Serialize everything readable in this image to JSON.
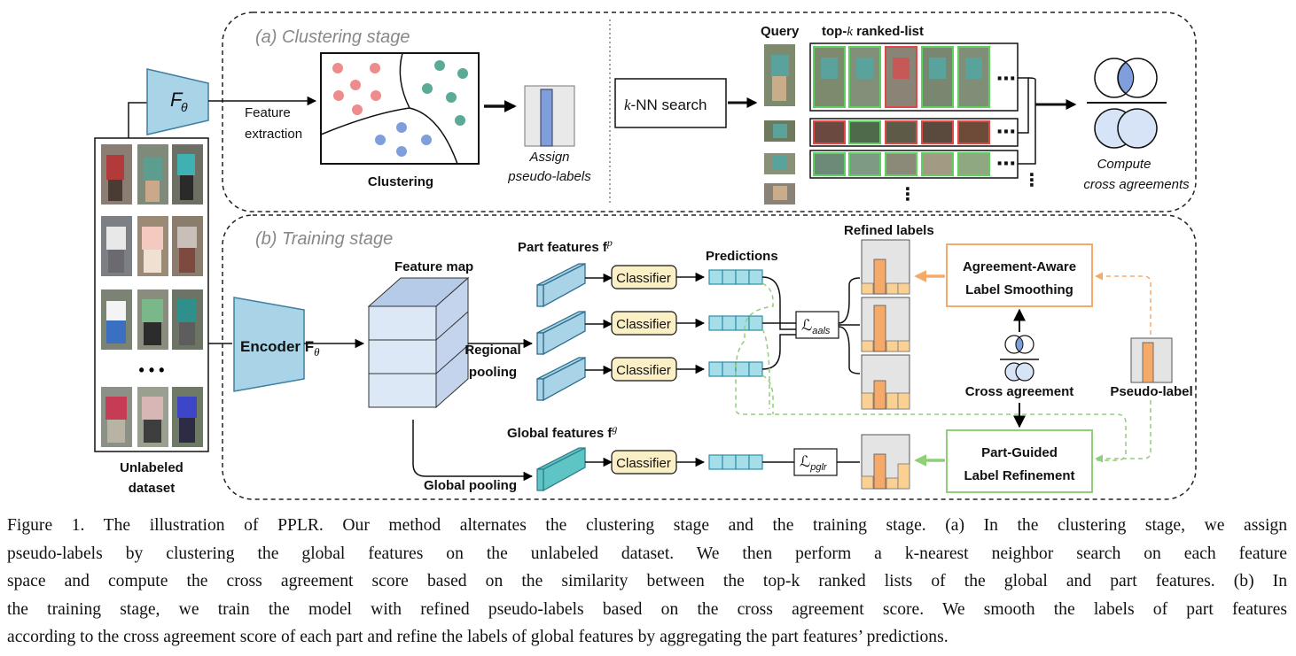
{
  "diagram": {
    "clustering_stage": {
      "title": "(a) Clustering stage",
      "encoder_label": "F",
      "encoder_sub": "θ",
      "feature_extraction": [
        "Feature",
        "extraction"
      ],
      "clustering": "Clustering",
      "assign": [
        "Assign",
        "pseudo-labels"
      ],
      "knn_k": "k",
      "knn_rest": "-NN search",
      "query": "Query",
      "topk_pre": "top-",
      "topk_k": "k",
      "topk_post": " ranked-list",
      "ellipsis": "⋯",
      "vellipsis": "⋮",
      "compute": [
        "Compute",
        "cross agreements"
      ]
    },
    "dataset": {
      "label": [
        "Unlabeled",
        "dataset"
      ],
      "dots": "• • •"
    },
    "training_stage": {
      "title": "(b) Training stage",
      "encoder_label": "Encoder F",
      "encoder_sub": "θ",
      "feature_map": "Feature map",
      "regional_pooling": [
        "Regional",
        "pooling"
      ],
      "global_pooling": "Global pooling",
      "part_features": "Part features f",
      "part_sup": "p",
      "global_features": "Global features f",
      "global_sup": "g",
      "classifier": "Classifier",
      "predictions": "Predictions",
      "refined_labels": "Refined labels",
      "loss_aals": "ℒ",
      "loss_aals_sub": "aals",
      "loss_pglr": "ℒ",
      "loss_pglr_sub": "pglr",
      "aals_box": [
        "Agreement-Aware",
        "Label Smoothing"
      ],
      "pglr_box": [
        "Part-Guided",
        "Label Refinement"
      ],
      "cross_agreement": "Cross agreement",
      "pseudo_label": "Pseudo-label"
    },
    "colors": {
      "encoder": "#a9d4e8",
      "classifier": "#fbefc6",
      "prediction": "#a5dde8",
      "cluster_red": "#ee8b8b",
      "cluster_green": "#5aab95",
      "cluster_blue": "#7f9fdc",
      "orange": "#f5aa6a",
      "green": "#8fcf78",
      "cube": "#cfe0f4"
    }
  },
  "caption": {
    "lines": [
      "Figure 1. The illustration of PPLR. Our method alternates the clustering stage and the training stage. (a) In the clustering stage, we assign",
      "pseudo-labels by clustering the global features on the unlabeled dataset.  We then perform a k-nearest neighbor search on each feature",
      "space and compute the cross agreement score based on the similarity between the top-k ranked lists of the global and part features. (b) In",
      "the training stage, we train the model with refined pseudo-labels based on the cross agreement score. We smooth the labels of part features",
      "according to the cross agreement score of each part and refine the labels of global features by aggregating the part features’ predictions."
    ]
  }
}
